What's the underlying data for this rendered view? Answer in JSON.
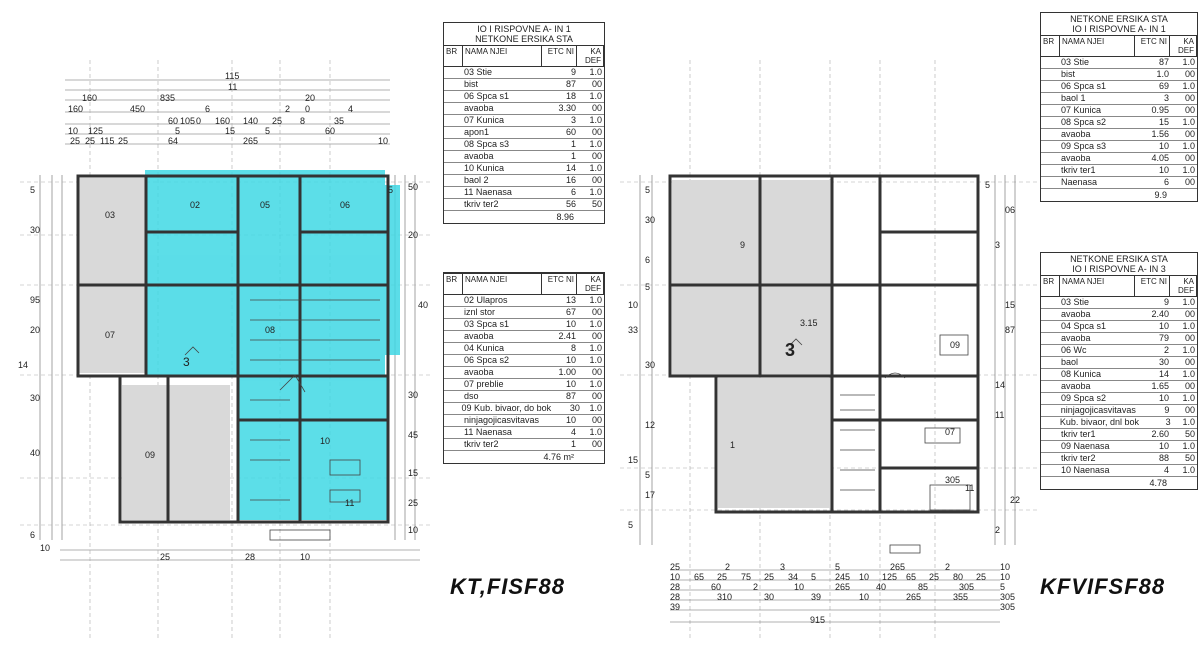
{
  "left_plan": {
    "label": "KT,FISF88",
    "dims_top": [
      "115",
      "11",
      "160",
      "835",
      "20",
      "160",
      "450",
      "6",
      "2",
      "0",
      "4",
      "60",
      "105",
      "0",
      "160",
      "140",
      "25",
      "8",
      "35",
      "10",
      "125",
      "5",
      "15",
      "5",
      "60",
      "25",
      "25",
      "115",
      "25",
      "64",
      "265",
      "10"
    ],
    "dims_left": [
      "5",
      "30",
      "95",
      "20",
      "14",
      "30",
      "40",
      "6"
    ],
    "dims_right": [
      "5",
      "50",
      "20",
      "40",
      "30",
      "45",
      "15",
      "25",
      "10"
    ],
    "room_labels": [
      "3",
      "03",
      "02",
      "05",
      "06",
      "07",
      "08",
      "09",
      "10",
      "11"
    ],
    "bottom_dims": [
      "10",
      "25",
      "28",
      "10"
    ]
  },
  "right_plan": {
    "label": "KFVIFSF88",
    "dims_bottom_rows": [
      [
        "25",
        "2",
        "3",
        "5",
        "265",
        "2",
        "10"
      ],
      [
        "10",
        "65",
        "25",
        "75",
        "25",
        "34",
        "5",
        "245",
        "10",
        "125",
        "65",
        "25",
        "80",
        "25",
        "10"
      ],
      [
        "28",
        "60",
        "2",
        "10",
        "265",
        "40",
        "85",
        "305",
        "5"
      ],
      [
        "28",
        "310",
        "30",
        "39",
        "10",
        "265",
        "355",
        "305"
      ],
      [
        "39",
        "305"
      ],
      [
        "915"
      ]
    ],
    "dims_left": [
      "5",
      "30",
      "6",
      "5",
      "10",
      "33",
      "30",
      "12",
      "15",
      "5",
      "17",
      "5"
    ],
    "dims_right": [
      "5",
      "06",
      "3",
      "15",
      "87",
      "14",
      "11",
      "22",
      "2"
    ],
    "room_labels": [
      "3",
      "3.15",
      "09",
      "07",
      "305",
      "11",
      "9",
      "1"
    ]
  },
  "table_left_1": {
    "title": [
      "IO I RISPOVNE A- IN 1",
      "NETKONE ERSIKA STA"
    ],
    "columns": [
      "BR",
      "NAMA NJEI",
      "ETC NI",
      "KA DEF"
    ],
    "rows": [
      [
        "",
        "03 Stie",
        "9",
        "1.0"
      ],
      [
        "",
        "bist",
        "87",
        "00"
      ],
      [
        "",
        "06 Spca s1",
        "18",
        "1.0"
      ],
      [
        "",
        "avaoba",
        "3.30",
        "00"
      ],
      [
        "",
        "07 Kunica",
        "3",
        "1.0"
      ],
      [
        "",
        "apon1",
        "60",
        "00"
      ],
      [
        "",
        "08 Spca s3",
        "1",
        "1.0"
      ],
      [
        "",
        "avaoba",
        "1",
        "00"
      ],
      [
        "",
        "10 Kunica",
        "14",
        "1.0"
      ],
      [
        "",
        "baol 2",
        "16",
        "00"
      ],
      [
        "",
        "11 Naenasa",
        "6",
        "1.0"
      ],
      [
        "",
        "tkriv ter2",
        "56",
        "50"
      ]
    ],
    "total": "8.96"
  },
  "table_left_2": {
    "columns": [
      "BR",
      "NAMA NJEI",
      "ETC NI",
      "KA DEF"
    ],
    "rows": [
      [
        "",
        "02 Ulapros",
        "13",
        "1.0"
      ],
      [
        "",
        "iznl stor",
        "67",
        "00"
      ],
      [
        "",
        "03 Spca s1",
        "10",
        "1.0"
      ],
      [
        "",
        "avaoba",
        "2.41",
        "00"
      ],
      [
        "",
        "04 Kunica",
        "8",
        "1.0"
      ],
      [
        "",
        "06 Spca s2",
        "10",
        "1.0"
      ],
      [
        "",
        "avaoba",
        "1.00",
        "00"
      ],
      [
        "",
        "07 preblie",
        "10",
        "1.0"
      ],
      [
        "",
        "dso",
        "87",
        "00"
      ],
      [
        "",
        "09 Kub. bivaor, do bok",
        "30",
        "1.0"
      ],
      [
        "",
        "ninjagojicasvitavas",
        "10",
        "00"
      ],
      [
        "",
        "11 Naenasa",
        "4",
        "1.0"
      ],
      [
        "",
        "tkriv ter2",
        "1",
        "00"
      ]
    ],
    "total": "4.76 m²"
  },
  "table_right_1": {
    "title": [
      "NETKONE ERSIKA STA",
      "IO I RISPOVNE A- IN 1"
    ],
    "columns": [
      "BR",
      "NAMA NJEI",
      "ETC NI",
      "KA DEF"
    ],
    "rows": [
      [
        "",
        "03 Stie",
        "87",
        "1.0"
      ],
      [
        "",
        "bist",
        "1.0",
        "00"
      ],
      [
        "",
        "06 Spca s1",
        "69",
        "1.0"
      ],
      [
        "",
        "baol 1",
        "3",
        "00"
      ],
      [
        "",
        "07 Kunica",
        "0.95",
        "00"
      ],
      [
        "",
        "08 Spca s2",
        "15",
        "1.0"
      ],
      [
        "",
        "avaoba",
        "1.56",
        "00"
      ],
      [
        "",
        "09 Spca s3",
        "10",
        "1.0"
      ],
      [
        "",
        "avaoba",
        "4.05",
        "00"
      ],
      [
        "",
        "tkriv ter1",
        "10",
        "1.0"
      ],
      [
        "",
        "Naenasa",
        "6",
        "00"
      ]
    ],
    "total": "9.9"
  },
  "table_right_2": {
    "title": [
      "NETKONE ERSIKA STA",
      "IO I RISPOVNE A- IN 3"
    ],
    "columns": [
      "BR",
      "NAMA NJEI",
      "ETC NI",
      "KA DEF"
    ],
    "rows": [
      [
        "",
        "03 Stie",
        "9",
        "1.0"
      ],
      [
        "",
        "avaoba",
        "2.40",
        "00"
      ],
      [
        "",
        "04 Spca s1",
        "10",
        "1.0"
      ],
      [
        "",
        "avaoba",
        "79",
        "00"
      ],
      [
        "",
        "06 Wc",
        "2",
        "1.0"
      ],
      [
        "",
        "baol",
        "30",
        "00"
      ],
      [
        "",
        "08 Kunica",
        "14",
        "1.0"
      ],
      [
        "",
        "avaoba",
        "1.65",
        "00"
      ],
      [
        "",
        "09 Spca s2",
        "10",
        "1.0"
      ],
      [
        "",
        "ninjagojicasvitavas",
        "9",
        "00"
      ],
      [
        "",
        "Kub. bivaor, dnl bok",
        "3",
        "1.0"
      ],
      [
        "",
        "tkriv ter1",
        "2.60",
        "50"
      ],
      [
        "",
        "09 Naenasa",
        "10",
        "1.0"
      ],
      [
        "",
        "tkriv ter2",
        "88",
        "50"
      ],
      [
        "",
        "10 Naenasa",
        "4",
        "1.0"
      ]
    ],
    "total": "4.78"
  },
  "colors": {
    "highlight": "#3fd8e4",
    "line": "#3a3a3a",
    "wall": "#555555",
    "floor": "#d9d9d9"
  }
}
